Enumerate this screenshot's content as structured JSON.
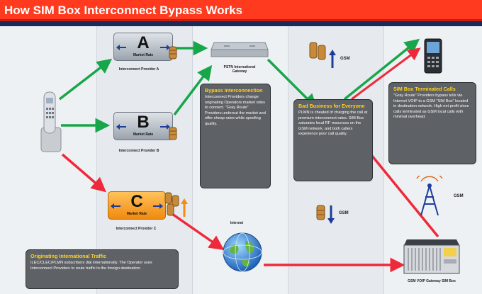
{
  "title": "How SIM Box Interconnect Bypass Works",
  "providers": {
    "a": {
      "letter": "A",
      "rate_label": "Market Rate",
      "caption": "Interconnect Provider A"
    },
    "b": {
      "letter": "B",
      "rate_label": "Market Rate",
      "caption": "Interconnect Provider B"
    },
    "c": {
      "letter": "C",
      "rate_label": "Market Rate",
      "caption": "Interconnect Provider C"
    }
  },
  "pstn": {
    "caption": "PSTN International Gateway"
  },
  "internet": {
    "caption": "Internet"
  },
  "gsm_top": {
    "label": "GSM"
  },
  "gsm_bottom": {
    "label": "GSM"
  },
  "gsm_tower": {
    "label": "GSM"
  },
  "simbox": {
    "caption": "GSM VOIP Gateway SIM Box"
  },
  "boxes": {
    "bypass": {
      "title": "Bypass Interconnection",
      "body": "Interconnect Providers change originating Operators market rates to connect. \"Gray Route\" Providers undercut the market and offer cheap rates while spoofing quality."
    },
    "bad": {
      "title": "Bad Business for Everyone",
      "body": "PLMN is cheated of charging the call at premium interconnect rates. SIM Box saturates local RF resources on the GSM network, and both callers experience poor call quality."
    },
    "simbox": {
      "title": "SIM Box Terminated Calls",
      "body": "\"Gray Route\" Providers bypass tolls via Internet VOIP to a GSM \"SIM Box\" located in destination network. High net profit since calls terminated as GSM local calls with minimal overhead."
    },
    "origin": {
      "title": "Originating International Traffic",
      "body": "ILEC/CLEC/PLMN subscribers dial internationally. The Operator uses Interconnect Providers to route traffic to the foreign destination."
    }
  },
  "colors": {
    "title_bar": "#ff3a1e",
    "navy": "#1c2a5a",
    "green_arrow": "#18a64a",
    "red_arrow": "#ee2a3a",
    "box_bg": "#5e6165",
    "box_title": "#ffd21e",
    "provider_c": "#f7a11a"
  },
  "icons": [
    "phone-icon",
    "coins-icon",
    "arrow-up-icon",
    "arrow-down-icon",
    "globe-icon",
    "cell-tower-icon",
    "mobile-phone-icon",
    "sim-box-server-icon",
    "gateway-device-icon"
  ]
}
